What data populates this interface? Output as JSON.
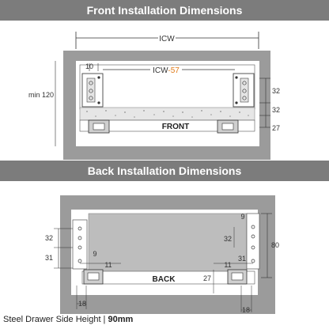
{
  "front": {
    "title": "Front Installation Dimensions",
    "icw_label": "ICW",
    "icw57_base": "ICW",
    "icw57_suffix": "-57",
    "min_label": "min 120",
    "dim_10": "10",
    "dim_32_top": "32",
    "dim_32_bottom": "32",
    "dim_27": "27",
    "panel_label": "FRONT"
  },
  "back": {
    "title": "Back Installation Dimensions",
    "dim_32": "32",
    "dim_31": "31",
    "dim_9_left": "9",
    "dim_11_left": "11",
    "dim_9_right": "9",
    "dim_32_right": "32",
    "dim_11_right": "11",
    "dim_80": "80",
    "dim_31_right": "31",
    "dim_27": "27",
    "dim_18_left": "18",
    "dim_18_right": "18",
    "panel_label": "BACK"
  },
  "footer": {
    "label": "Steel Drawer Side Height |",
    "value": "90mm"
  },
  "colors": {
    "banner": "#7c7c7c",
    "cabinet": "#9b9b9b",
    "drawer_face": "#d6d6d6",
    "back_panel": "#bdbdbd",
    "accent": "#e07b1a",
    "line": "#333333"
  }
}
